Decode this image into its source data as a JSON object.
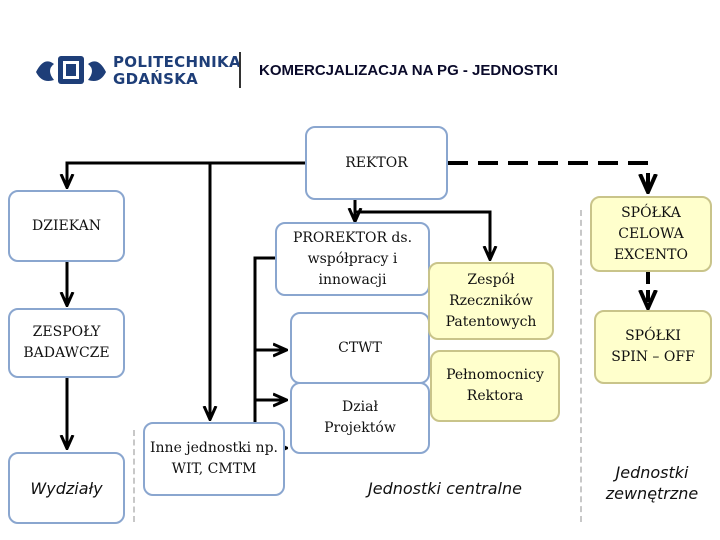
{
  "header": {
    "logo_line1": "POLITECHNIKA",
    "logo_line2": "GDAŃSKA",
    "title": "KOMERCJALIZACJA NA PG - JEDNOSTKI"
  },
  "nodes": {
    "rektor": "REKTOR",
    "dziekan": "DZIEKAN",
    "zespoly": "ZESPOŁY BADAWCZE",
    "wydzialy": "Wydziały",
    "prorektor": "PROREKTOR ds. współpracy i innowacji",
    "ctwt": "CTWT",
    "dzial": "Dział Projektów",
    "inne": "Inne jednostki np. WIT, CMTM",
    "rzecznicy": "Zespół Rzeczników Patentowych",
    "pelnomocnicy": "Pełnomocnicy Rektora",
    "spolka_celowa": "SPÓŁKA CELOWA EXCENTO",
    "spin_off": "SPÓŁKI SPIN – OFF"
  },
  "labels": {
    "centralne": "Jednostki centralne",
    "zewnetrzne": "Jednostki zewnętrzne"
  },
  "colors": {
    "brand": "#1e3e78",
    "box_border_blue": "#8aa6cf",
    "box_fill_yellow": "#ffffcc",
    "box_border_yellow": "#c9c48a",
    "connector": "#000000",
    "separator": "#c8c8c8"
  }
}
